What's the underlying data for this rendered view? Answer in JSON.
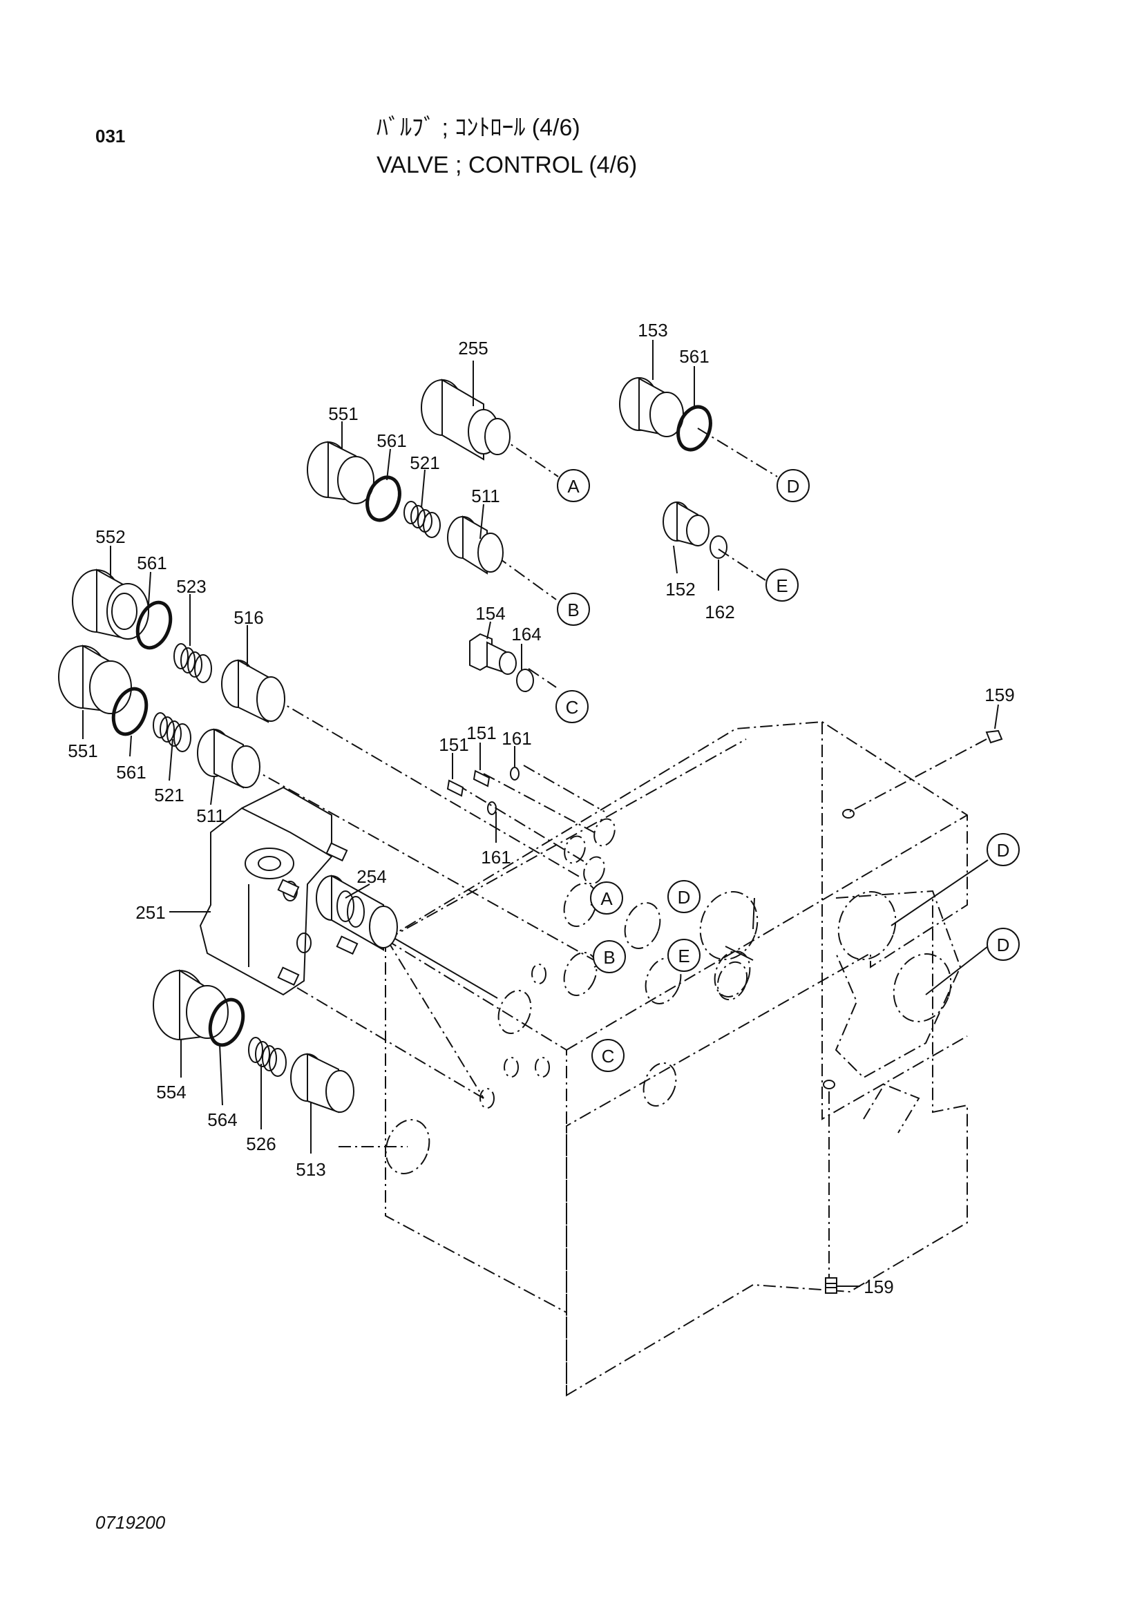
{
  "header": {
    "page_number": "031",
    "title_jp": "ﾊﾞﾙﾌﾞ ; ｺﾝﾄﾛｰﾙ (4/6)",
    "title_en": "VALVE ; CONTROL (4/6)"
  },
  "footer": {
    "code": "0719200"
  },
  "callouts": {
    "p255": "255",
    "p153": "153",
    "p561a": "561",
    "p551a": "551",
    "p561b": "561",
    "p521a": "521",
    "p511a": "511",
    "p552": "552",
    "p561c": "561",
    "p523": "523",
    "p516": "516",
    "p551b": "551",
    "p561d": "561",
    "p521b": "521",
    "p511b": "511",
    "p152": "152",
    "p162": "162",
    "p154": "154",
    "p164": "164",
    "p159a": "159",
    "p151a": "151",
    "p151b": "151",
    "p161a": "161",
    "p161b": "161",
    "p251": "251",
    "p254": "254",
    "p554": "554",
    "p564": "564",
    "p526": "526",
    "p513": "513",
    "p159b": "159"
  },
  "markers": {
    "A1": "A",
    "B1": "B",
    "C1": "C",
    "D1": "D",
    "E1": "E",
    "A2": "A",
    "B2": "B",
    "C2": "C",
    "D2": "D",
    "E2": "E",
    "D3": "D",
    "D4": "D"
  }
}
